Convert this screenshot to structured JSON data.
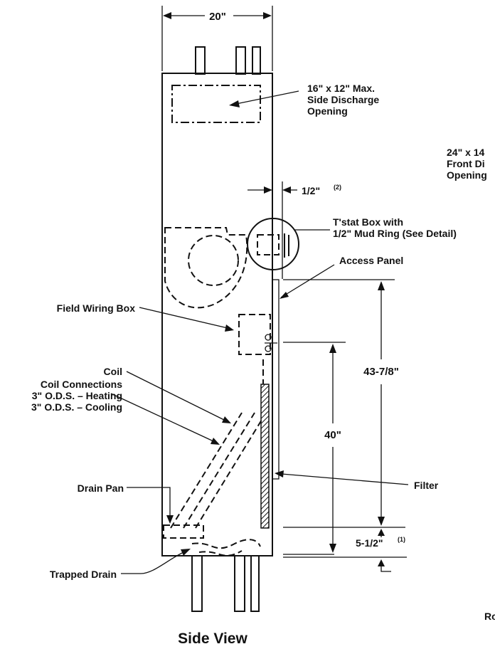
{
  "dimensions": {
    "width": "20\"",
    "clearance": "1/2\"",
    "clearance_note": "(2)",
    "access_panel_height": "43-7/8\"",
    "filter_height": "40\"",
    "drain_height": "5-1/2\"",
    "drain_height_note": "(1)"
  },
  "labels": {
    "side_discharge_line1": "16\" x 12\" Max.",
    "side_discharge_line2": "Side Discharge",
    "side_discharge_line3": "Opening",
    "front_discharge_line1": "24\" x 14",
    "front_discharge_line2": "Front Di",
    "front_discharge_line3": "Opening",
    "tstat_line1": "T'stat Box with",
    "tstat_line2": "1/2\" Mud Ring (See Detail)",
    "access_panel": "Access Panel",
    "field_wiring_box": "Field Wiring Box",
    "coil": "Coil",
    "coil_connections": "Coil Connections",
    "coil_heating": "3\" O.D.S. – Heating",
    "coil_cooling": "3\" O.D.S. – Cooling",
    "drain_pan": "Drain Pan",
    "filter": "Filter",
    "trapped_drain": "Trapped Drain",
    "right_cut": "Ro"
  },
  "title": "Side View"
}
